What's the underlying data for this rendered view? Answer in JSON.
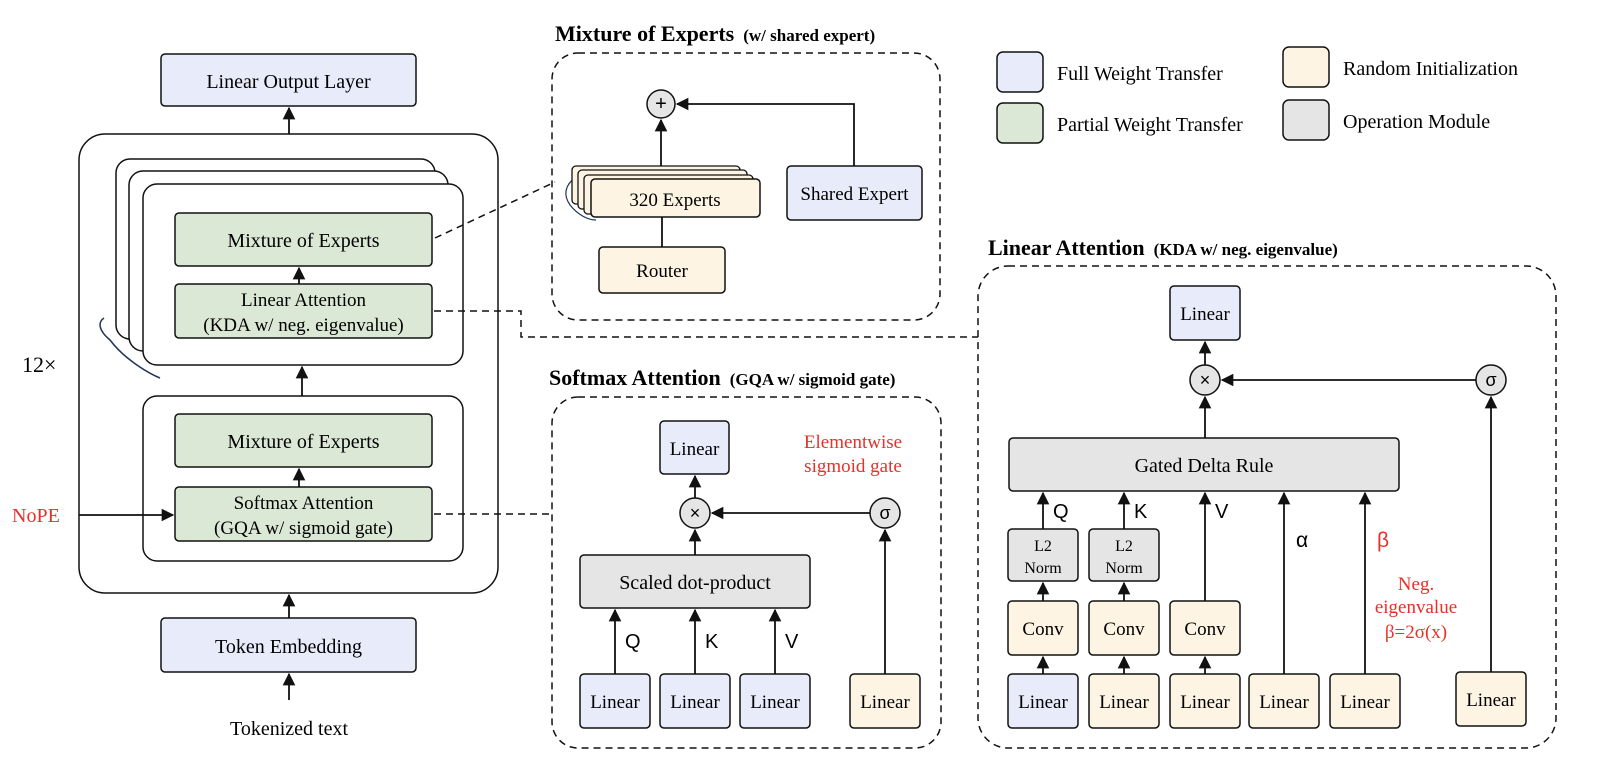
{
  "colors": {
    "full_weight": "#e8ecfa",
    "partial_weight": "#dbe8d5",
    "random_init": "#fdf4e3",
    "operation": "#e5e5e5",
    "stroke": "#111111",
    "annotation_red": "#e8302a"
  },
  "legend": {
    "full": "Full Weight Transfer",
    "partial": "Partial Weight Transfer",
    "random": "Random Initialization",
    "operation": "Operation Module"
  },
  "stack": {
    "output_layer": "Linear Output Layer",
    "repeat": "12×",
    "nope": "NoPE",
    "token_embedding": "Token Embedding",
    "tokenized_text": "Tokenized text",
    "upper_moe": "Mixture of Experts",
    "linear_attn_l1": "Linear Attention",
    "linear_attn_l2": "(KDA w/ neg. eigenvalue)",
    "lower_moe": "Mixture of Experts",
    "softmax_l1": "Softmax Attention",
    "softmax_l2": "(GQA w/ sigmoid gate)"
  },
  "moe_panel": {
    "title": "Mixture of Experts",
    "subtitle": "(w/ shared expert)",
    "plus": "+",
    "experts": "320 Experts",
    "shared_expert": "Shared Expert",
    "router": "Router"
  },
  "softmax_panel": {
    "title": "Softmax Attention",
    "subtitle": "(GQA w/ sigmoid gate)",
    "linear_out": "Linear",
    "times": "×",
    "sigma": "σ",
    "gate_note_1": "Elementwise",
    "gate_note_2": "sigmoid gate",
    "sdp": "Scaled dot-product",
    "q": "Q",
    "k": "K",
    "v": "V",
    "linear": "Linear"
  },
  "linear_panel": {
    "title": "Linear Attention",
    "subtitle": "(KDA w/ neg. eigenvalue)",
    "linear_out": "Linear",
    "times": "×",
    "sigma": "σ",
    "gdr": "Gated Delta Rule",
    "q": "Q",
    "k": "K",
    "v": "V",
    "alpha": "α",
    "beta": "β",
    "l2": "L2",
    "norm": "Norm",
    "conv": "Conv",
    "linear": "Linear",
    "neg_note_1": "Neg.",
    "neg_note_2": "eigenvalue",
    "neg_note_3": "β=2σ(x)"
  }
}
